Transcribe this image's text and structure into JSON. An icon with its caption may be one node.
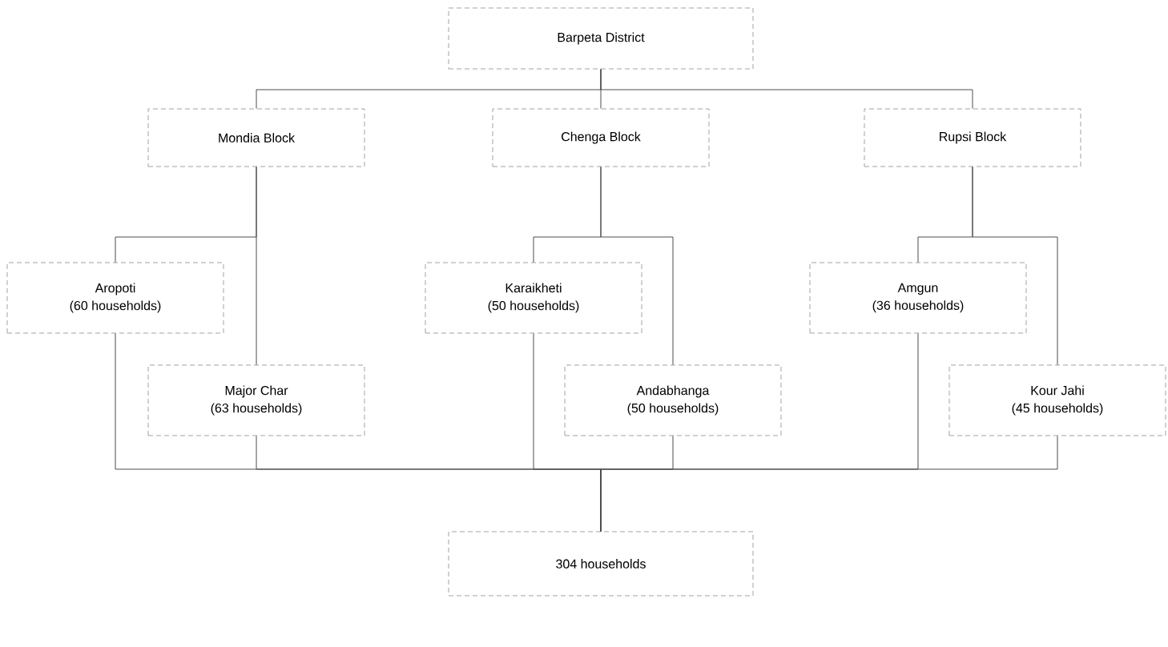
{
  "diagram": {
    "nodes": [
      {
        "text": [
          "Barpeta District"
        ]
      },
      {
        "text": [
          "Mondia Block"
        ]
      },
      {
        "text": [
          "Chenga Block"
        ]
      },
      {
        "text": [
          "Rupsi Block"
        ]
      },
      {
        "text": [
          "Aropoti",
          "(60 households)"
        ]
      },
      {
        "text": [
          "Major Char",
          "(63 households)"
        ]
      },
      {
        "text": [
          "Karaikheti",
          "(50 households)"
        ]
      },
      {
        "text": [
          "Andabhanga",
          "(50 households)"
        ]
      },
      {
        "text": [
          "Amgun",
          "(36 households)"
        ]
      },
      {
        "text": [
          "Kour Jahi",
          "(45 households)"
        ]
      },
      {
        "text": [
          "304 households"
        ]
      }
    ],
    "edges": [
      {
        "from": 0,
        "to": 1,
        "arrow": "none"
      },
      {
        "from": 0,
        "to": 2,
        "arrow": "none"
      },
      {
        "from": 0,
        "to": 3,
        "arrow": "none"
      },
      {
        "from": 1,
        "to": 4,
        "arrow": "none"
      },
      {
        "from": 1,
        "to": 5,
        "arrow": "none"
      },
      {
        "from": 2,
        "to": 6,
        "arrow": "none"
      },
      {
        "from": 2,
        "to": 7,
        "arrow": "none"
      },
      {
        "from": 3,
        "to": 8,
        "arrow": "none"
      },
      {
        "from": 3,
        "to": 9,
        "arrow": "none"
      },
      {
        "from": 4,
        "to": 10,
        "arrow": "none"
      },
      {
        "from": 5,
        "to": 10,
        "arrow": "none"
      },
      {
        "from": 6,
        "to": 10,
        "arrow": "none"
      },
      {
        "from": 7,
        "to": 10,
        "arrow": "none"
      },
      {
        "from": 8,
        "to": 10,
        "arrow": "none"
      },
      {
        "from": 9,
        "to": 10,
        "arrow": "none"
      }
    ]
  }
}
